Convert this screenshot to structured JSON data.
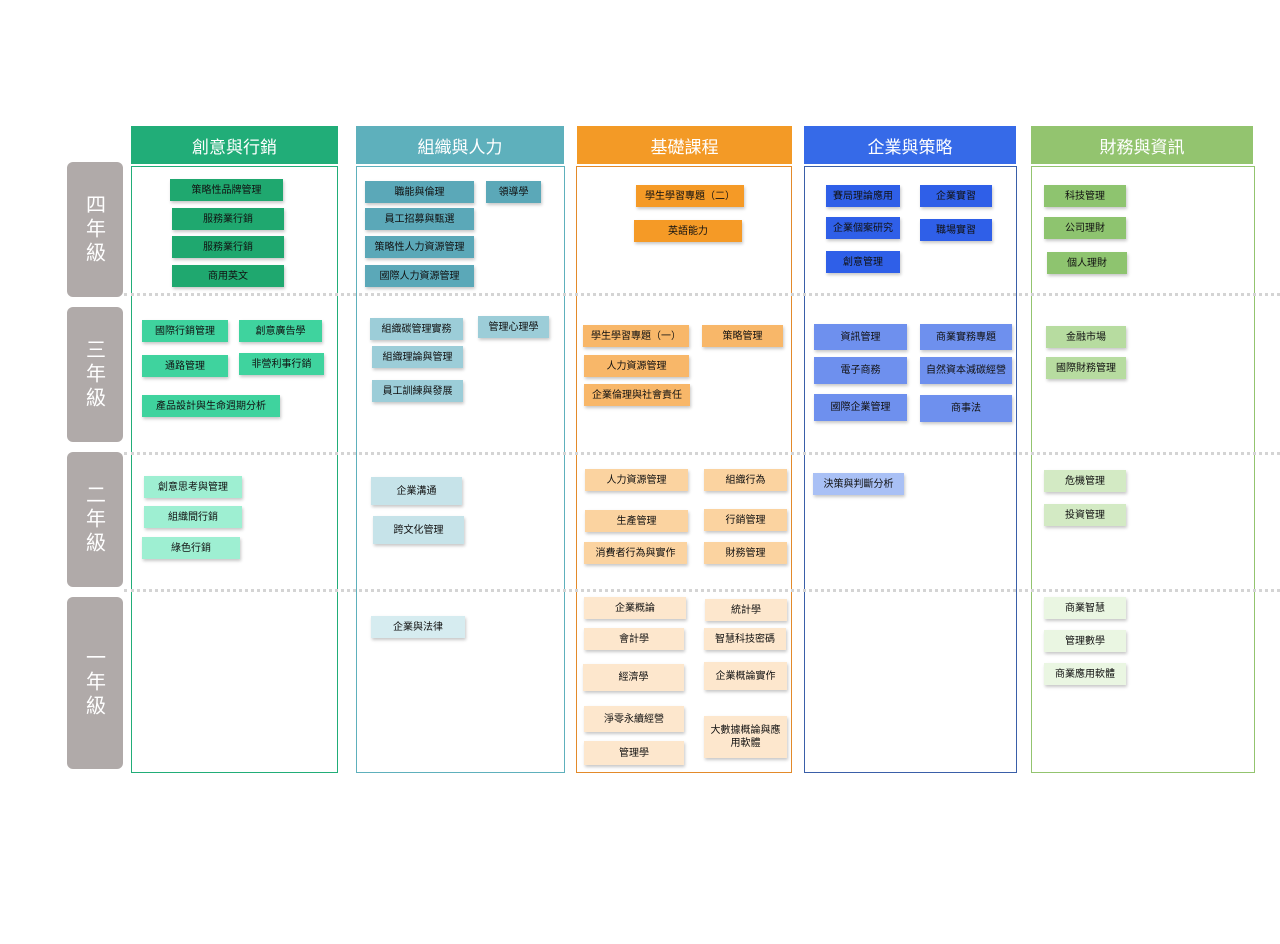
{
  "years": [
    {
      "label": "四年級"
    },
    {
      "label": "三年級"
    },
    {
      "label": "二年級"
    },
    {
      "label": "一年級"
    }
  ],
  "columns": [
    {
      "title": "創意與行銷",
      "color": "#21ad78",
      "border": "#21ad78"
    },
    {
      "title": "組織與人力",
      "color": "#5eb0bc",
      "border": "#5eb0bc"
    },
    {
      "title": "基礎課程",
      "color": "#f39a26",
      "border": "#e38a2a"
    },
    {
      "title": "企業與策略",
      "color": "#366ae8",
      "border": "#3a5fa8"
    },
    {
      "title": "財務與資訊",
      "color": "#93c46f",
      "border": "#93c46f"
    }
  ],
  "courses": [
    {
      "text": "策略性品牌管理",
      "c": 0,
      "y": 4
    },
    {
      "text": "服務業行銷",
      "c": 0,
      "y": 4
    },
    {
      "text": "服務業行銷",
      "c": 0,
      "y": 4
    },
    {
      "text": "商用英文",
      "c": 0,
      "y": 4
    },
    {
      "text": "國際行銷管理",
      "c": 0,
      "y": 3
    },
    {
      "text": "創意廣告學",
      "c": 0,
      "y": 3
    },
    {
      "text": "通路管理",
      "c": 0,
      "y": 3
    },
    {
      "text": "非營利事行銷",
      "c": 0,
      "y": 3
    },
    {
      "text": "產品設計與生命週期分析",
      "c": 0,
      "y": 3
    },
    {
      "text": "創意思考與管理",
      "c": 0,
      "y": 2
    },
    {
      "text": "組織間行銷",
      "c": 0,
      "y": 2
    },
    {
      "text": "綠色行銷",
      "c": 0,
      "y": 2
    },
    {
      "text": "職能與倫理",
      "c": 1,
      "y": 4
    },
    {
      "text": "領導學",
      "c": 1,
      "y": 4
    },
    {
      "text": "員工招募與甄選",
      "c": 1,
      "y": 4
    },
    {
      "text": "策略性人力資源管理",
      "c": 1,
      "y": 4
    },
    {
      "text": "國際人力資源管理",
      "c": 1,
      "y": 4
    },
    {
      "text": "組織碳管理實務",
      "c": 1,
      "y": 3
    },
    {
      "text": "管理心理學",
      "c": 1,
      "y": 3
    },
    {
      "text": "組織理論與管理",
      "c": 1,
      "y": 3
    },
    {
      "text": "員工訓練與發展",
      "c": 1,
      "y": 3
    },
    {
      "text": "企業溝通",
      "c": 1,
      "y": 2
    },
    {
      "text": "跨文化管理",
      "c": 1,
      "y": 2
    },
    {
      "text": "企業與法律",
      "c": 1,
      "y": 1
    },
    {
      "text": "學生學習專題（二）",
      "c": 2,
      "y": 4
    },
    {
      "text": "英語能力",
      "c": 2,
      "y": 4
    },
    {
      "text": "學生學習專題（一）",
      "c": 2,
      "y": 3
    },
    {
      "text": "策略管理",
      "c": 2,
      "y": 3
    },
    {
      "text": "人力資源管理",
      "c": 2,
      "y": 3
    },
    {
      "text": "企業倫理與社會責任",
      "c": 2,
      "y": 3
    },
    {
      "text": "人力資源管理",
      "c": 2,
      "y": 2
    },
    {
      "text": "組織行為",
      "c": 2,
      "y": 2
    },
    {
      "text": "生產管理",
      "c": 2,
      "y": 2
    },
    {
      "text": "行銷管理",
      "c": 2,
      "y": 2
    },
    {
      "text": "消費者行為與實作",
      "c": 2,
      "y": 2
    },
    {
      "text": "財務管理",
      "c": 2,
      "y": 2
    },
    {
      "text": "企業概論",
      "c": 2,
      "y": 1
    },
    {
      "text": "統計學",
      "c": 2,
      "y": 1
    },
    {
      "text": "會計學",
      "c": 2,
      "y": 1
    },
    {
      "text": "智慧科技密碼",
      "c": 2,
      "y": 1
    },
    {
      "text": "經濟學",
      "c": 2,
      "y": 1
    },
    {
      "text": "企業概論實作",
      "c": 2,
      "y": 1
    },
    {
      "text": "淨零永續經營",
      "c": 2,
      "y": 1
    },
    {
      "text": "大數據概論與應用軟體",
      "c": 2,
      "y": 1
    },
    {
      "text": "管理學",
      "c": 2,
      "y": 1
    },
    {
      "text": "賽局理論應用",
      "c": 3,
      "y": 4
    },
    {
      "text": "企業實習",
      "c": 3,
      "y": 4
    },
    {
      "text": "企業個案研究",
      "c": 3,
      "y": 4
    },
    {
      "text": "職場實習",
      "c": 3,
      "y": 4
    },
    {
      "text": "創意管理",
      "c": 3,
      "y": 4
    },
    {
      "text": "資訊管理",
      "c": 3,
      "y": 3
    },
    {
      "text": "商業實務專題",
      "c": 3,
      "y": 3
    },
    {
      "text": "電子商務",
      "c": 3,
      "y": 3
    },
    {
      "text": "自然資本減碳經營",
      "c": 3,
      "y": 3
    },
    {
      "text": "國際企業管理",
      "c": 3,
      "y": 3
    },
    {
      "text": "商事法",
      "c": 3,
      "y": 3
    },
    {
      "text": "決策與判斷分析",
      "c": 3,
      "y": 2
    },
    {
      "text": "科技管理",
      "c": 4,
      "y": 4
    },
    {
      "text": "公司理財",
      "c": 4,
      "y": 4
    },
    {
      "text": "個人理財",
      "c": 4,
      "y": 4
    },
    {
      "text": "金融市場",
      "c": 4,
      "y": 3
    },
    {
      "text": "國際財務管理",
      "c": 4,
      "y": 3
    },
    {
      "text": "危機管理",
      "c": 4,
      "y": 2
    },
    {
      "text": "投資管理",
      "c": 4,
      "y": 2
    },
    {
      "text": "商業智慧",
      "c": 4,
      "y": 1
    },
    {
      "text": "管理數學",
      "c": 4,
      "y": 1
    },
    {
      "text": "商業應用軟體",
      "c": 4,
      "y": 1
    }
  ]
}
